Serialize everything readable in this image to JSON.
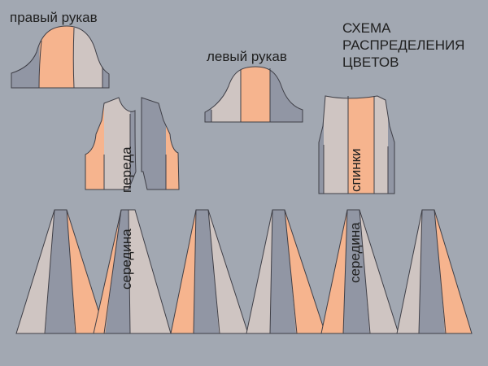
{
  "title": {
    "line1": "СХЕМА",
    "line2": "РАСПРЕДЕЛЕНИЯ",
    "line3": "ЦВЕТОВ"
  },
  "labels": {
    "right_sleeve": "правый рукав",
    "left_sleeve": "левый рукав",
    "fronts": "переда",
    "back": "спинки",
    "middle": "середина"
  },
  "colors": {
    "background": "#a2a8b2",
    "light": "#cfc5c2",
    "gray": "#9196a4",
    "peach": "#f6b48e",
    "outline": "#3f3f47"
  }
}
